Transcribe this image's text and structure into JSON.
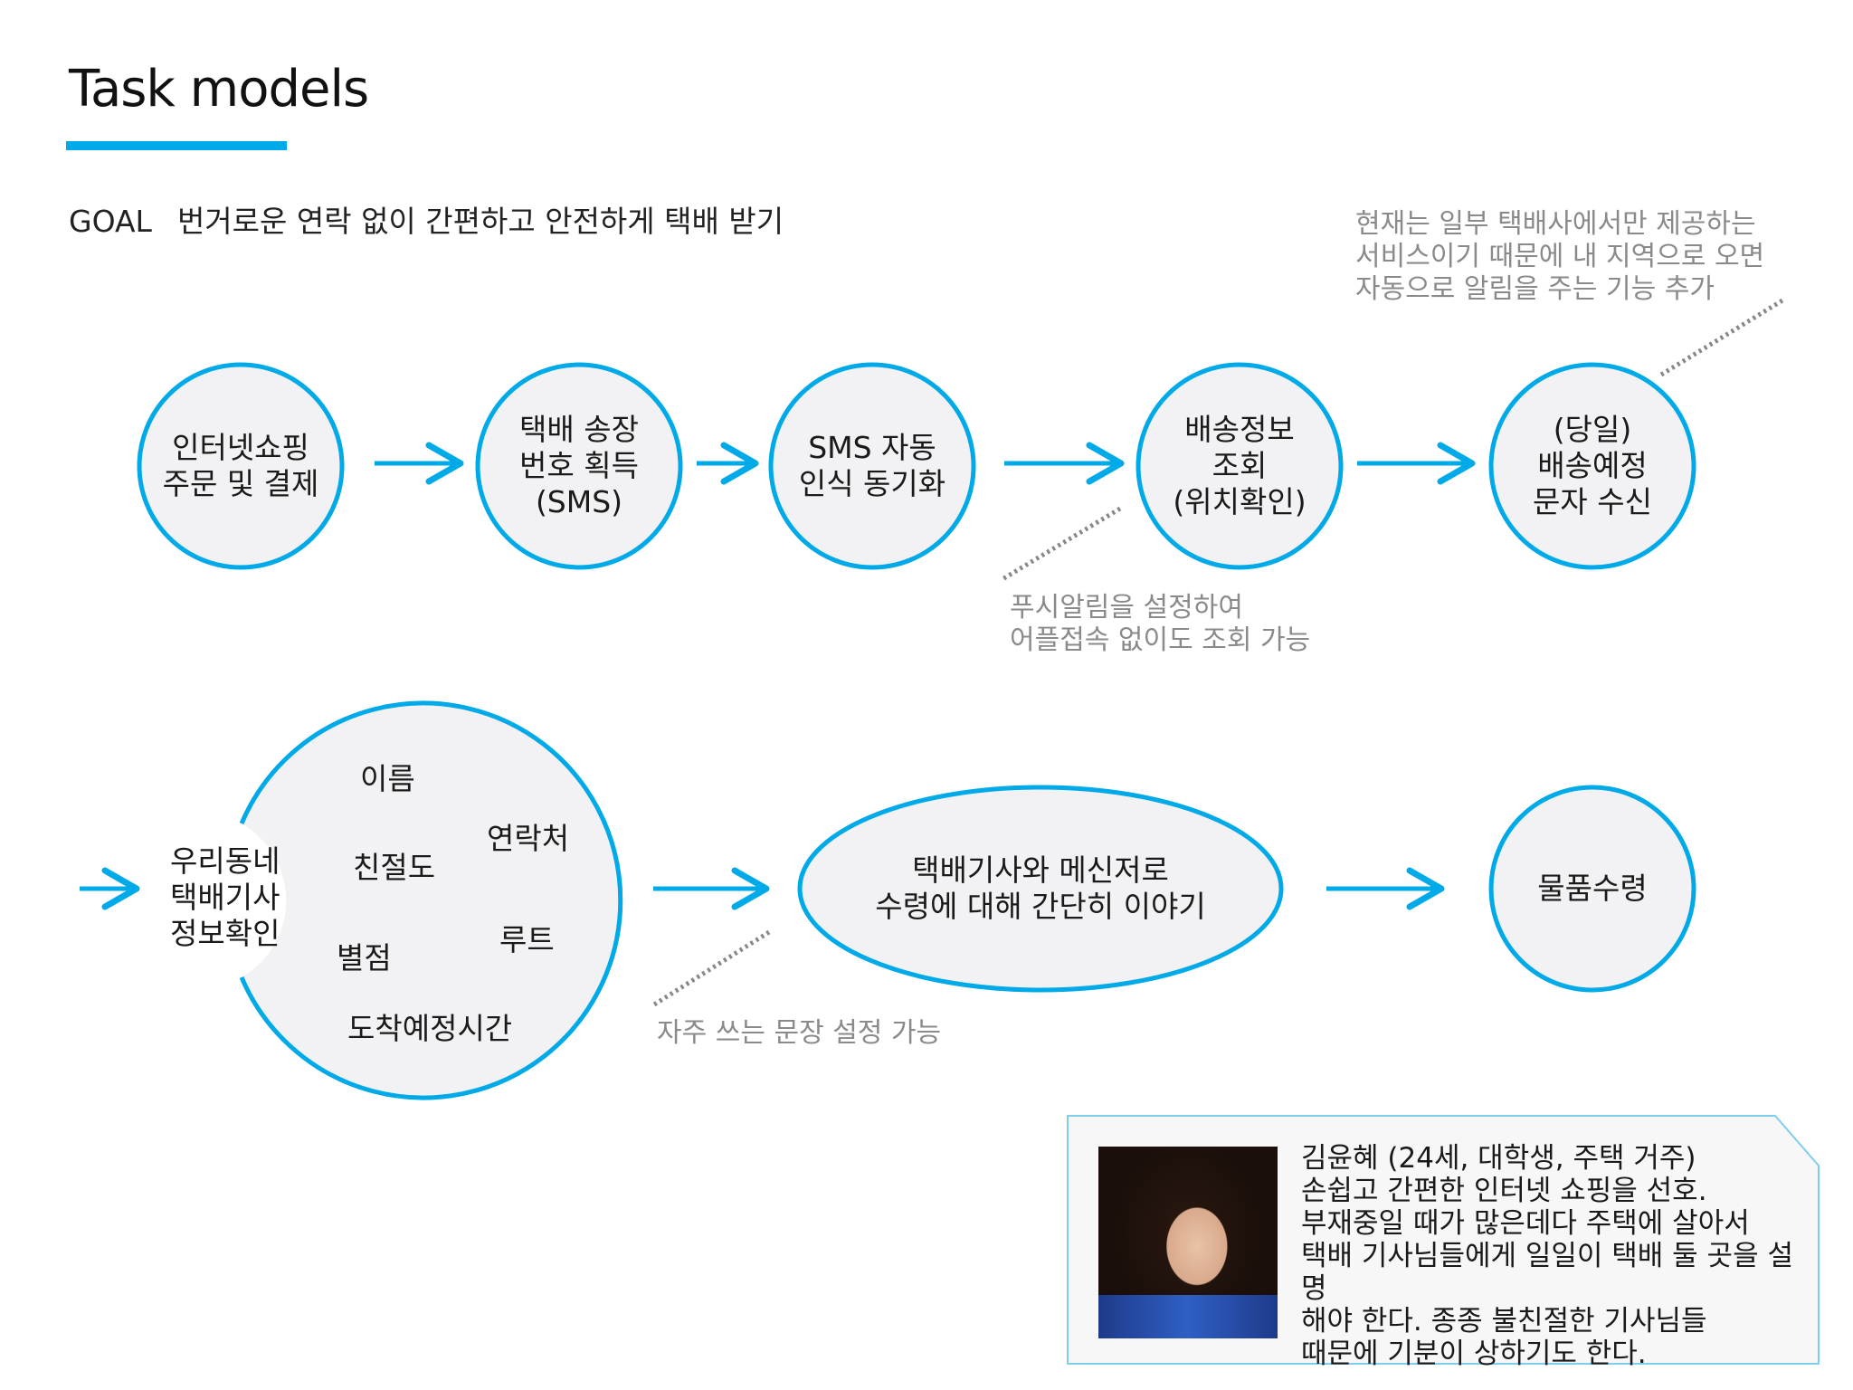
{
  "header": {
    "title": "Task models"
  },
  "goal": {
    "label": "GOAL",
    "text": "번거로운 연락 없이 간편하고 안전하게 택배 받기"
  },
  "row1": {
    "nodes": [
      {
        "label": "인터넷쇼핑\n주문 및 결제"
      },
      {
        "label": "택배 송장\n번호 획득\n(SMS)"
      },
      {
        "label": "SMS 자동\n인식 동기화"
      },
      {
        "label": "배송정보\n조회\n(위치확인)"
      },
      {
        "label": "(당일)\n배송예정\n문자 수신"
      }
    ],
    "annotation_top": "현재는 일부 택배사에서만 제공하는\n서비스이기 때문에 내 지역으로 오면\n자동으로 알림을 주는 기능 추가",
    "annotation_bottom": "푸시알림을 설정하여\n어플접속 없이도 조회 가능"
  },
  "row2": {
    "left_label": "우리동네\n택배기사\n정보확인",
    "cloud_items": {
      "name": "이름",
      "contact": "연락처",
      "kindness": "친절도",
      "route": "루트",
      "rating": "별점",
      "eta": "도착예정시간"
    },
    "ellipse_label": "택배기사와 메신저로\n수령에 대해 간단히 이야기",
    "final_node": "물품수령",
    "annotation": "자주 쓰는 문장 설정 가능"
  },
  "persona": {
    "text": "김윤혜 (24세, 대학생, 주택 거주)\n손쉽고 간편한 인터넷 쇼핑을 선호.\n부재중일 때가 많은데다 주택에 살아서\n택배 기사님들에게 일일이 택배 둘 곳을 설명\n해야 한다. 종종 불친절한 기사님들\n때문에 기분이 상하기도 한다."
  },
  "colors": {
    "accent": "#00a9e8",
    "node_fill": "#f2f2f4",
    "annotation": "#8a8a8a"
  }
}
